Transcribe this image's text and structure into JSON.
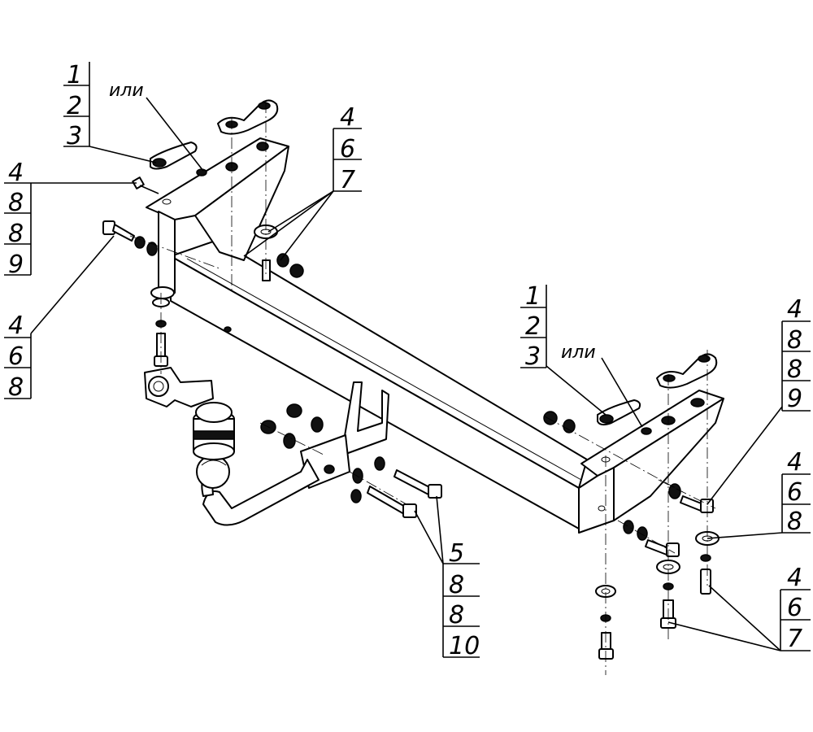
{
  "callouts": {
    "top_left_bracket": [
      "1",
      "2",
      "3"
    ],
    "top_left_or": "или",
    "left_bolt_stack": [
      "4",
      "8",
      "8",
      "9"
    ],
    "left_mid_stack": [
      "4",
      "6",
      "8"
    ],
    "top_center_stack": [
      "4",
      "6",
      "7"
    ],
    "right_bracket": [
      "1",
      "2",
      "3"
    ],
    "right_or": "или",
    "right_bolt_stack": [
      "4",
      "8",
      "8",
      "9"
    ],
    "right_mid_stack": [
      "4",
      "6",
      "8"
    ],
    "bottom_center_stack": [
      "5",
      "8",
      "8",
      "10"
    ],
    "bottom_right_stack": [
      "4",
      "6",
      "7"
    ]
  }
}
